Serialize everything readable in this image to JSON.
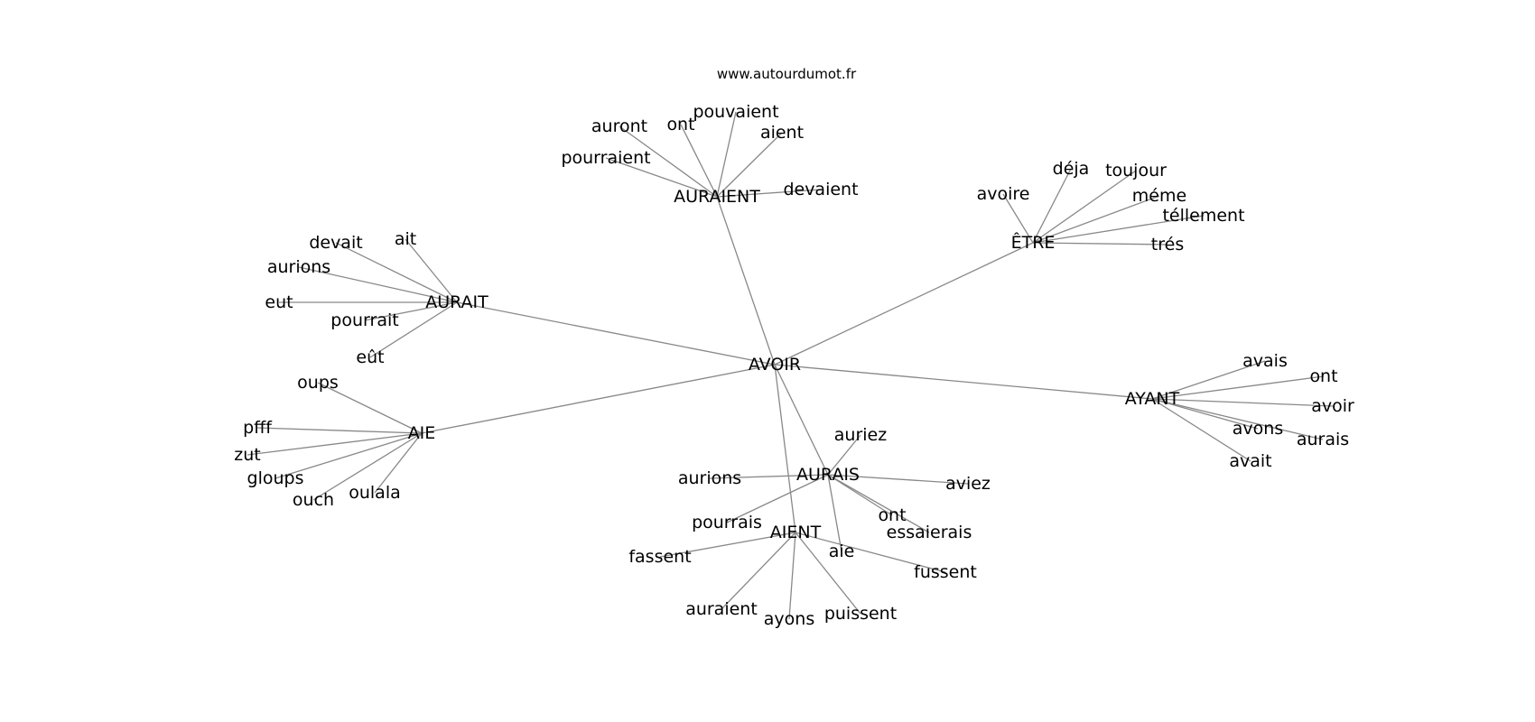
{
  "source": "www.autourdumot.fr",
  "graph": {
    "center": "AVOIR",
    "hubs": [
      {
        "label": "AURAIENT",
        "words": [
          "auront",
          "ont",
          "pouvaient",
          "aient",
          "pourraient",
          "devaient"
        ]
      },
      {
        "label": "ÊTRE",
        "words": [
          "avoire",
          "déja",
          "toujour",
          "méme",
          "téllement",
          "trés"
        ]
      },
      {
        "label": "AURAIT",
        "words": [
          "devait",
          "ait",
          "aurions",
          "eut",
          "pourrait",
          "eût"
        ]
      },
      {
        "label": "AIE",
        "words": [
          "oups",
          "pfff",
          "zut",
          "gloups",
          "ouch",
          "oulala"
        ]
      },
      {
        "label": "AYANT",
        "words": [
          "avais",
          "ont",
          "avoir",
          "avons",
          "aurais",
          "avait"
        ]
      },
      {
        "label": "AURAIS",
        "words": [
          "auriez",
          "aurions",
          "aviez",
          "pourrais",
          "ont",
          "essaierais",
          "aie"
        ]
      },
      {
        "label": "AIENT",
        "words": [
          "fassent",
          "fussent",
          "auraient",
          "ayons",
          "puissent"
        ]
      }
    ]
  }
}
